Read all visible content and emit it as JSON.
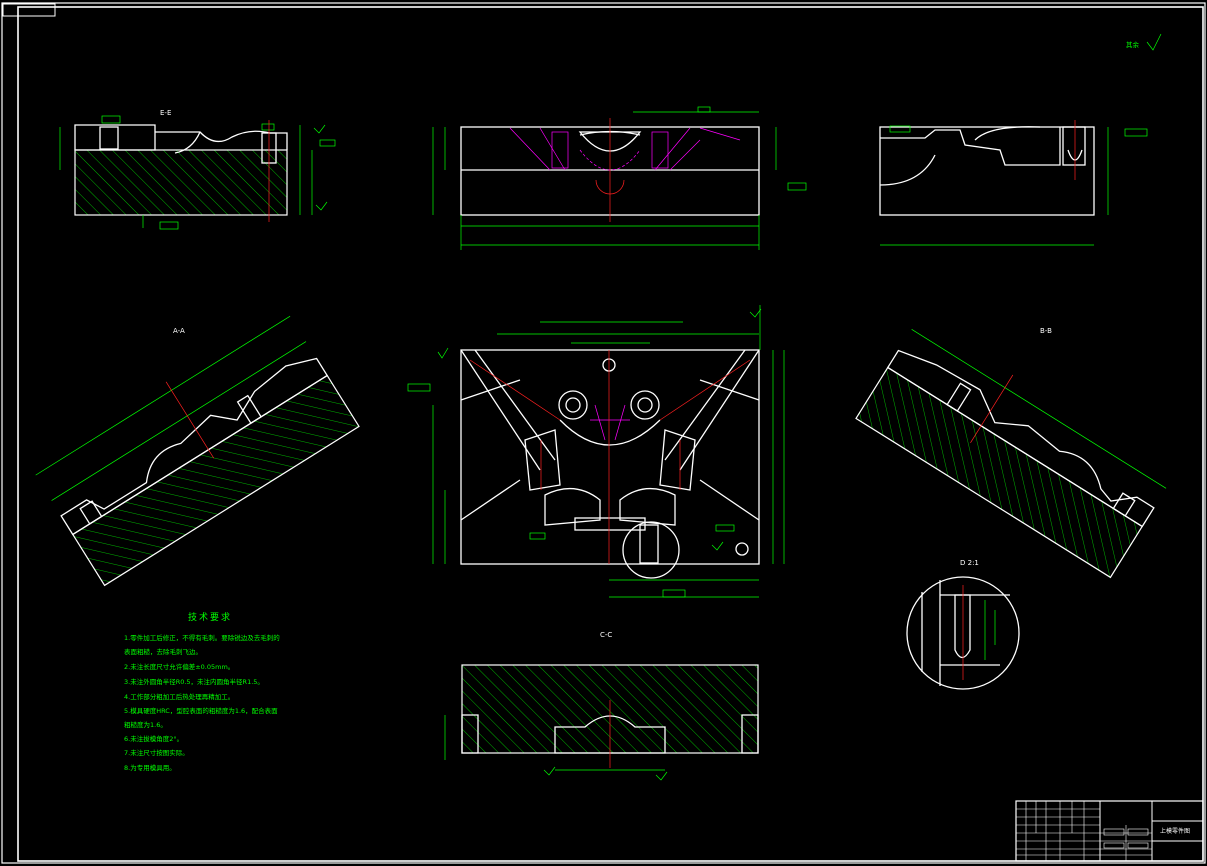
{
  "sections": {
    "ee": "E-E",
    "aa": "A-A",
    "bb": "B-B",
    "cc": "C-C",
    "detail": "D\n2:1"
  },
  "surface_note": "其余",
  "tech": {
    "title": "技术要求",
    "items": [
      "1.零件加工后修正，不得有毛刺。要除锐边及去毛刺的",
      "   表面粗糙，去除毛刺飞边。",
      "2.未注长度尺寸允许偏差±0.05mm。",
      "3.未注外圆角半径R0.5，未注内圆角半径R1.5。",
      "4.工作部分粗加工后热处理再精加工。",
      "5.模具硬度HRC，型腔表面的粗糙度为1.6，配合表面",
      "   粗糙度为1.6。",
      "6.未注拔模角度2°。",
      "7.未注尺寸按图实际。",
      "8.为专用模具用。"
    ]
  },
  "title_block": {
    "drawing_name": "上模零件图"
  },
  "colors": {
    "background": "#000000",
    "outline": "#ffffff",
    "dimension": "#00ff00",
    "centerline": "#ff2020",
    "hidden": "#ff00ff"
  }
}
